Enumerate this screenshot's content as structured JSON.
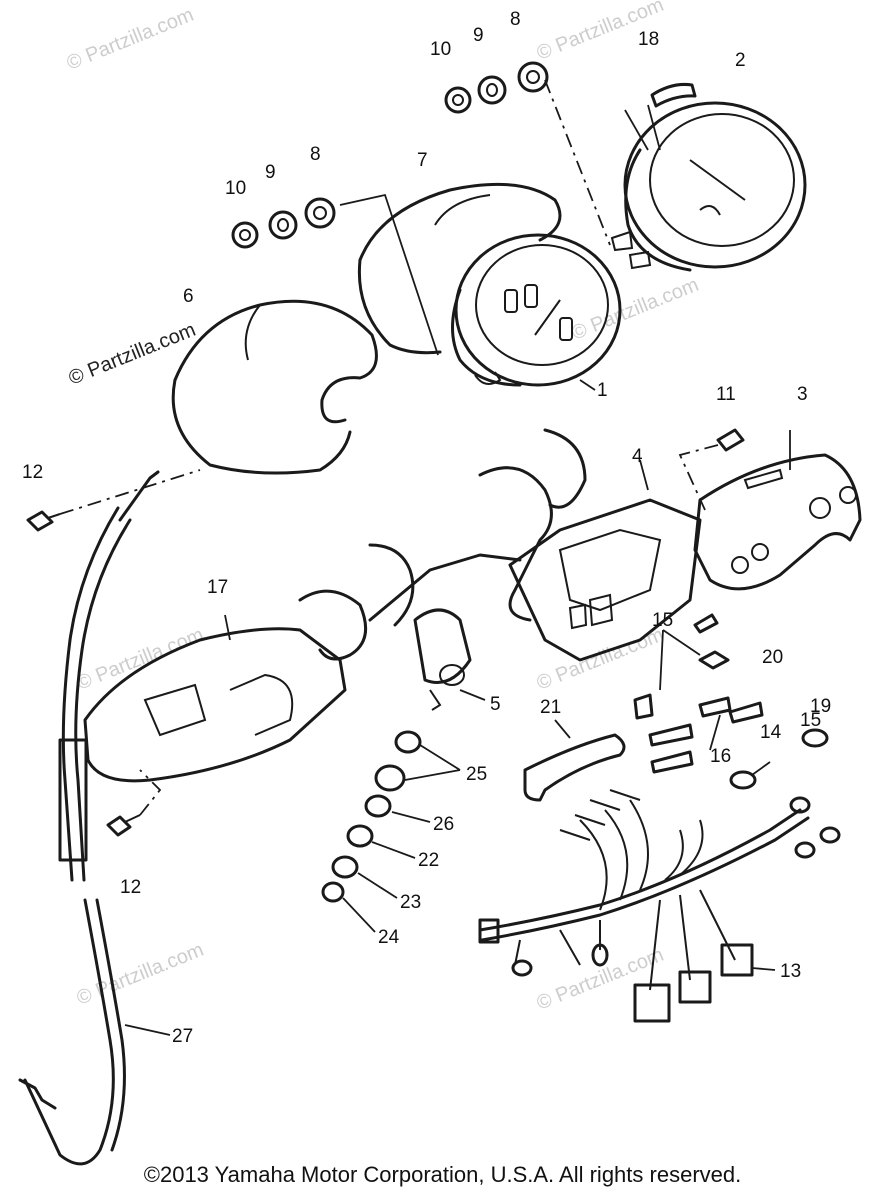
{
  "watermarks": {
    "site": "© Partzilla.com"
  },
  "callouts": {
    "c1": "1",
    "c2": "2",
    "c3": "3",
    "c4": "4",
    "c5": "5",
    "c6": "6",
    "c7": "7",
    "c8a": "8",
    "c8b": "8",
    "c9a": "9",
    "c9b": "9",
    "c10a": "10",
    "c10b": "10",
    "c11": "11",
    "c12a": "12",
    "c12b": "12",
    "c13": "13",
    "c14": "14",
    "c15a": "15",
    "c15b": "15",
    "c16": "16",
    "c17": "17",
    "c18": "18",
    "c19": "19",
    "c20": "20",
    "c21": "21",
    "c22": "22",
    "c23": "23",
    "c24": "24",
    "c25": "25",
    "c26": "26",
    "c27": "27"
  },
  "footer": {
    "copyright": "©2013  Yamaha Motor Corporation, U.S.A. All rights reserved."
  }
}
